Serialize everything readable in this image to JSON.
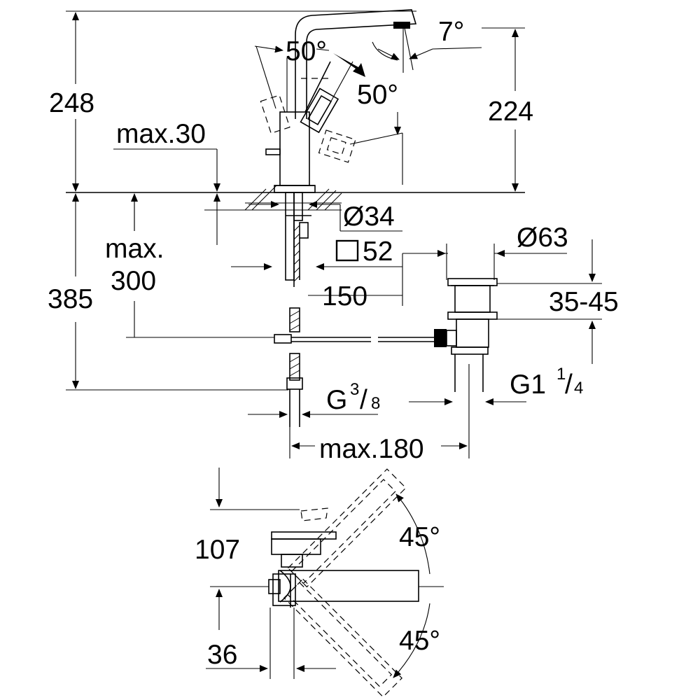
{
  "dimensions": {
    "height_top": "248",
    "height_spout": "224",
    "angle_spout": "7°",
    "angle_lever_left": "50°",
    "angle_lever_right": "50°",
    "max_thickness": "max.30",
    "max_depth_l1": "max.",
    "max_depth_l2": "300",
    "diameter_base": "Ø34",
    "square_base_value": "52",
    "reach": "150",
    "diameter_waste": "Ø63",
    "waste_range": "35-45",
    "height_below": "385",
    "thread_main": "G",
    "thread_num": "3",
    "thread_den": "8",
    "waste_thread_main": "G1",
    "waste_thread_num": "1",
    "waste_thread_den": "4",
    "max_reach": "max.180",
    "plan_depth": "107",
    "plan_offset": "36",
    "rotation_top": "45°",
    "rotation_bottom": "45°"
  }
}
